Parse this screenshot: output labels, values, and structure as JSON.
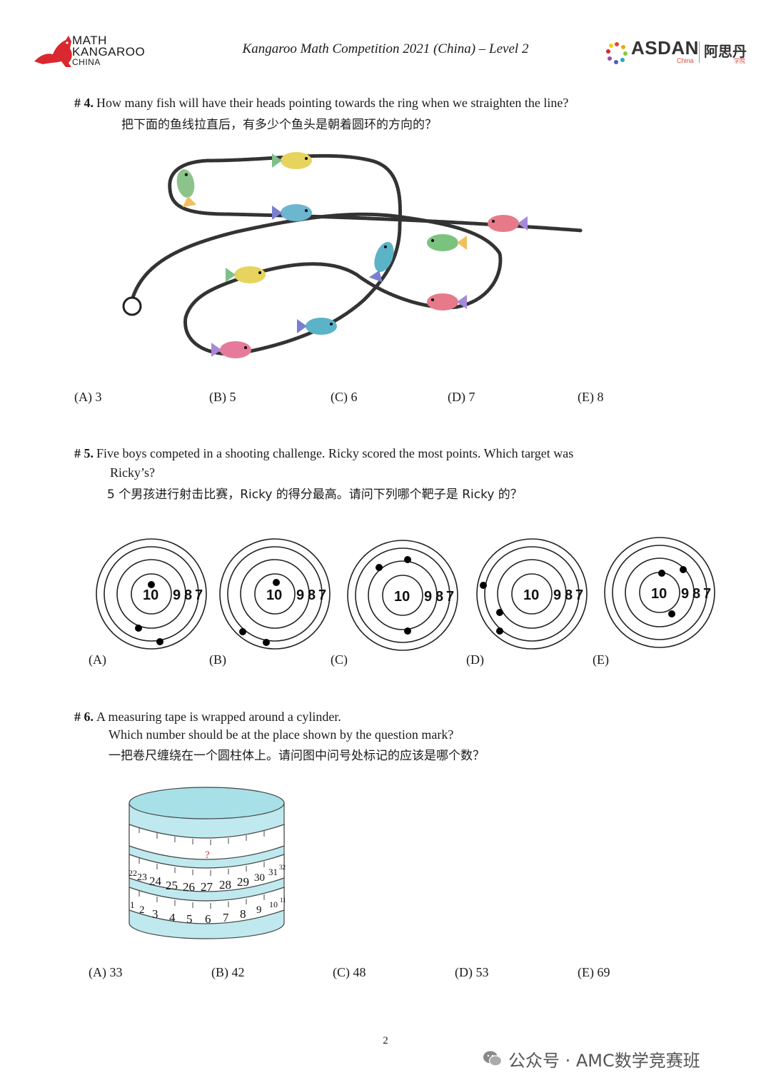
{
  "header": {
    "logo_left": {
      "line1": "MATH",
      "line2": "KANGAROO",
      "line3": "CHINA"
    },
    "title": "Kangaroo Math Competition 2021 (China) – Level 2",
    "logo_right": {
      "word": "ASDAN",
      "sub": "China",
      "cn": "阿思丹",
      "cn_sub": "学院"
    }
  },
  "q4": {
    "number": "# 4.",
    "text": "How many fish will have their heads pointing towards the ring when we straighten the line?",
    "text_cn": "把下面的鱼线拉直后，有多少个鱼头是朝着圆环的方向的？",
    "options": [
      "(A) 3",
      "(B) 5",
      "(C) 6",
      "(D) 7",
      "(E) 8"
    ]
  },
  "q5": {
    "number": "# 5.",
    "text_line1": "Five boys competed in a shooting challenge. Ricky scored the most points. Which target was",
    "text_line2": "Ricky’s?",
    "text_cn": "5 个男孩进行射击比赛，Ricky 的得分最高。请问下列哪个靶子是 Ricky 的？",
    "ring_labels": [
      "10",
      "9",
      "8",
      "7"
    ],
    "targets": [
      "(A)",
      "(B)",
      "(C)",
      "(D)",
      "(E)"
    ]
  },
  "q6": {
    "number": "# 6.",
    "text_line1": "A measuring tape is wrapped around a cylinder.",
    "text_line2": "Which number should be at the place shown by the question mark?",
    "text_cn": "一把卷尺缠绕在一个圆柱体上。请问图中问号处标记的应该是哪个数？",
    "question_mark": "?",
    "tape_row_top": [
      "22",
      "23",
      "24",
      "25",
      "26",
      "27",
      "28",
      "29",
      "30",
      "31",
      "32"
    ],
    "tape_row_bottom": [
      "1",
      "2",
      "3",
      "4",
      "5",
      "6",
      "7",
      "8",
      "9",
      "10",
      "11"
    ],
    "options": [
      "(A) 33",
      "(B) 42",
      "(C) 48",
      "(D) 53",
      "(E) 69"
    ]
  },
  "footer": {
    "page": "2",
    "watermark": "公众号 · AMC数学竞赛班"
  }
}
